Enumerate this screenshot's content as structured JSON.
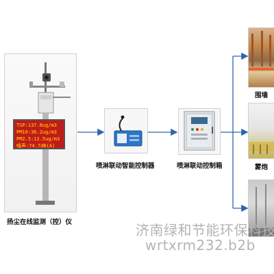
{
  "monitor": {
    "caption": "扬尘在线监测（控）仪",
    "led_lines": [
      "TSP:137.8ug/m3",
      "PM10:36.2ug/m3",
      "PM2.5:12.5ug/m3",
      "噪声:74.7dB(A)"
    ]
  },
  "smart_controller": {
    "caption": "喷淋联动智能控制器"
  },
  "control_box": {
    "caption": "喷淋联动控制箱"
  },
  "outputs": [
    {
      "caption": "围墙"
    },
    {
      "caption": "雾炮"
    },
    {
      "caption": ""
    }
  ],
  "watermark": {
    "line1": "济南绿和节能环保科技",
    "line2": "wrtxrm232.b2b"
  },
  "colors": {
    "arrow": "#2e64b0",
    "led_bg": "#c21a1a",
    "led_text": "#ffe000",
    "cabinet": "#e9ecef",
    "device_blue": "#2b76c8"
  }
}
